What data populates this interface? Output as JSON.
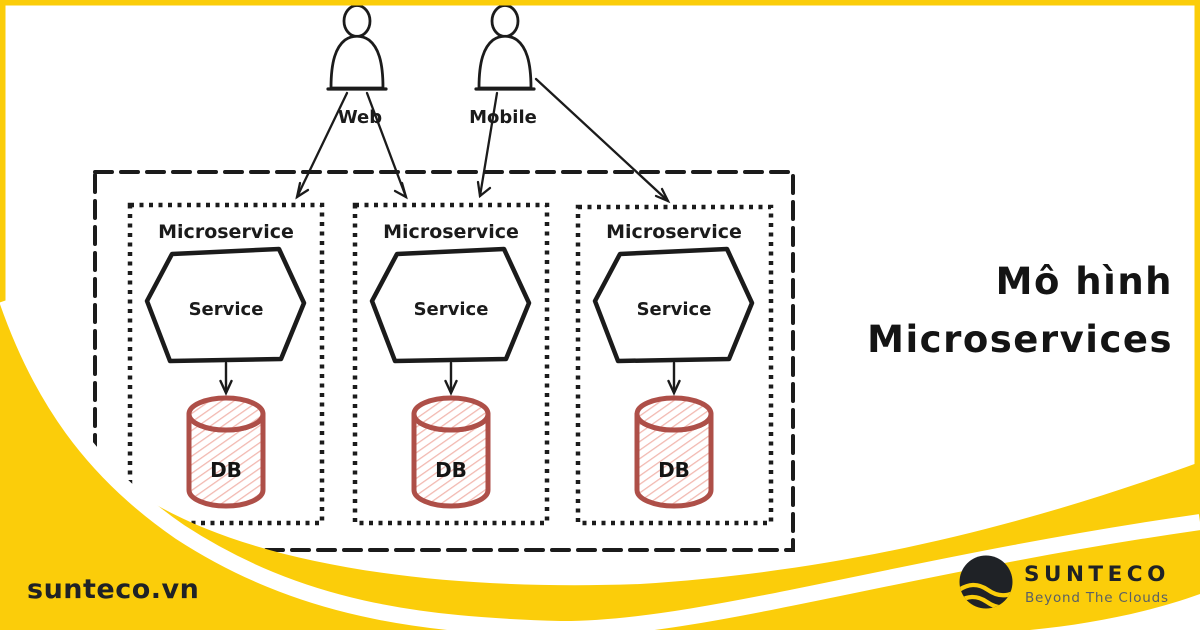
{
  "colors": {
    "accent_yellow": "#fbcd0a",
    "ink": "#1b1b1b",
    "title_ink": "#141414",
    "db_red": "#ae4f48",
    "db_hatch": "#f2b9b1",
    "logo_dark": "#1f2226",
    "tagline_gray": "#5a6065",
    "white": "#ffffff"
  },
  "title": {
    "line1": "Mô hình",
    "line2": "Microservices"
  },
  "site": {
    "url": "sunteco.vn"
  },
  "brand": {
    "name": "SUNTECO",
    "tagline": "Beyond The Clouds"
  },
  "diagram": {
    "clients": [
      {
        "label": "Web"
      },
      {
        "label": "Mobile"
      }
    ],
    "microservices": [
      {
        "title": "Microservice",
        "service": "Service",
        "db": "DB"
      },
      {
        "title": "Microservice",
        "service": "Service",
        "db": "DB"
      },
      {
        "title": "Microservice",
        "service": "Service",
        "db": "DB"
      }
    ]
  }
}
